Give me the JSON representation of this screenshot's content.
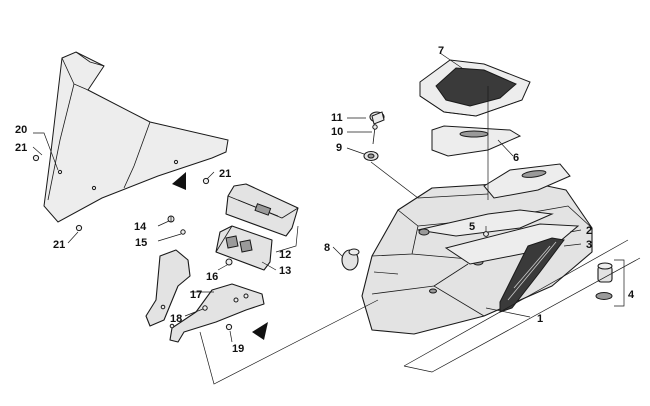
{
  "callouts": [
    {
      "id": "c1",
      "label": "1"
    },
    {
      "id": "c2",
      "label": "2"
    },
    {
      "id": "c3",
      "label": "3"
    },
    {
      "id": "c4",
      "label": "4"
    },
    {
      "id": "c5",
      "label": "5"
    },
    {
      "id": "c6",
      "label": "6"
    },
    {
      "id": "c7",
      "label": "7"
    },
    {
      "id": "c8",
      "label": "8"
    },
    {
      "id": "c9",
      "label": "9"
    },
    {
      "id": "c10",
      "label": "10"
    },
    {
      "id": "c11",
      "label": "11"
    },
    {
      "id": "c12",
      "label": "12"
    },
    {
      "id": "c13",
      "label": "13"
    },
    {
      "id": "c14",
      "label": "14"
    },
    {
      "id": "c15",
      "label": "15"
    },
    {
      "id": "c16",
      "label": "16"
    },
    {
      "id": "c17",
      "label": "17"
    },
    {
      "id": "c18",
      "label": "18"
    },
    {
      "id": "c19",
      "label": "19"
    },
    {
      "id": "c20",
      "label": "20"
    },
    {
      "id": "c21a",
      "label": "21"
    },
    {
      "id": "c21b",
      "label": "21"
    },
    {
      "id": "c21c",
      "label": "21"
    }
  ]
}
